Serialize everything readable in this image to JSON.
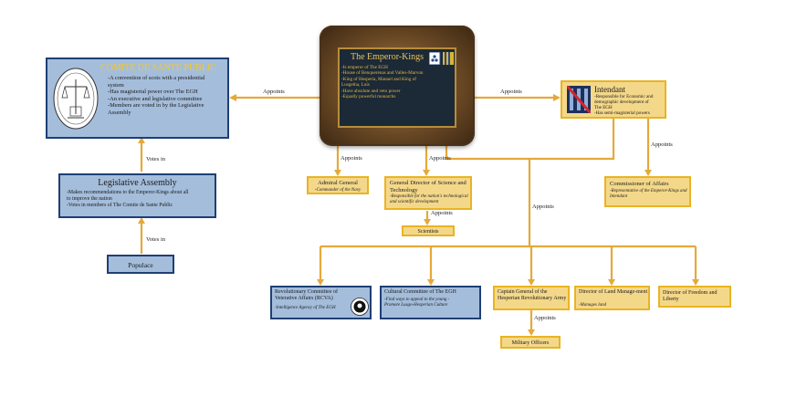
{
  "emperor": {
    "title": "The Emperor-Kings",
    "lines": [
      "-Is emperor of The EGH",
      "-House of Benquerenas and Valles-Marvon",
      "-King of Hesperia, Manuel and King of",
      "Lusgetha, Luis",
      "-Have absolute and veto power",
      "-Equally powerful monarchs"
    ]
  },
  "comite": {
    "title": "COMITE DE SANTE PUBLIC",
    "lines": [
      "-A convention of scots with a presidential",
      "system",
      "-Has magisterial power over The EGH",
      "-An executive and legislative committee",
      "-Members are voted in by the Legislative",
      "Assembly"
    ]
  },
  "legislative": {
    "title": "Legislative Assembly",
    "lines": [
      "-Makes recommendations to the Emperor-Kings about all",
      "to improve the nation",
      "-Votes in members of The Comite de Sante Public"
    ]
  },
  "populace": {
    "title": "Populace"
  },
  "intendant": {
    "title": "Intendant",
    "lines": [
      "-Responsible for Economic and",
      "demographic development of",
      "The EGH",
      "-Has semi-magisterial powers"
    ]
  },
  "commissioner": {
    "title": "Commissioner of Affairs",
    "desc": "-Representative of the Emperor-Kings and Intendant"
  },
  "admiral": {
    "title": "Admiral General",
    "desc": "-Commander of the Navy"
  },
  "science": {
    "title": "General Director of Science and Technology",
    "desc": "-Responsible for the nation's technological and scientific development"
  },
  "scientists": {
    "title": "Scientists"
  },
  "rcva": {
    "title": "Revolutionary Committee of Veterative Affairs (RCVA)",
    "desc": "-Intelligence Agency of The EGH"
  },
  "cultural": {
    "title": "Cultural Committee of The EGH",
    "desc": "-Find ways to appeal to the young -Promote Lusgo-Hesperian Culture"
  },
  "captain": {
    "title": "Captain General of the Hesperian Revolutionary Army"
  },
  "land": {
    "title": "Director of Land Manage-ment",
    "desc": "-Manages land"
  },
  "freedom": {
    "title": "Director of Freedom and Liberty"
  },
  "officers": {
    "title": "Military Officers"
  },
  "labels": {
    "appoints": "Appoints",
    "votes_in": "Votes in"
  },
  "colors": {
    "connector": "#e5a93a",
    "blue_fill": "#a4bddb",
    "blue_border": "#1f3f73",
    "yellow_fill": "#f4d88a",
    "yellow_border": "#e9b323"
  }
}
